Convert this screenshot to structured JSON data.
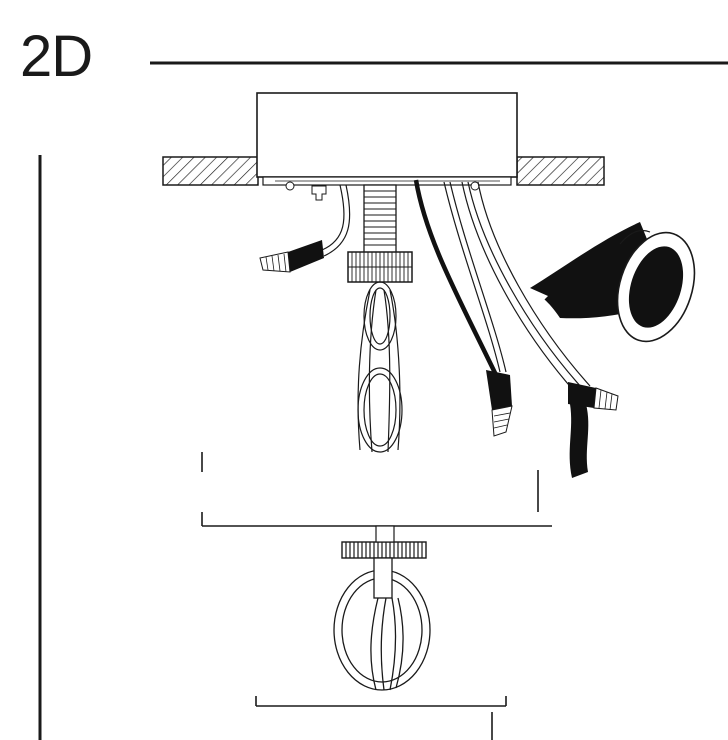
{
  "step": {
    "label": "2D"
  },
  "colors": {
    "ink": "#1a1a1a",
    "paper": "#ffffff",
    "tape": "#111111"
  },
  "parts": [
    {
      "name": "ceiling-canopy-box",
      "icon": "box-icon"
    },
    {
      "name": "ceiling-section",
      "icon": "hatch-icon"
    },
    {
      "name": "threaded-nipple",
      "icon": "thread-icon"
    },
    {
      "name": "hex-nut",
      "icon": "nut-icon"
    },
    {
      "name": "wire-nuts",
      "icon": "wire-nut-icon"
    },
    {
      "name": "electrical-tape-roll",
      "icon": "tape-roll-icon"
    },
    {
      "name": "chain-loop",
      "icon": "chain-icon"
    },
    {
      "name": "fixture-canopy",
      "icon": "canopy-icon"
    },
    {
      "name": "knurled-ring",
      "icon": "ring-icon"
    }
  ]
}
